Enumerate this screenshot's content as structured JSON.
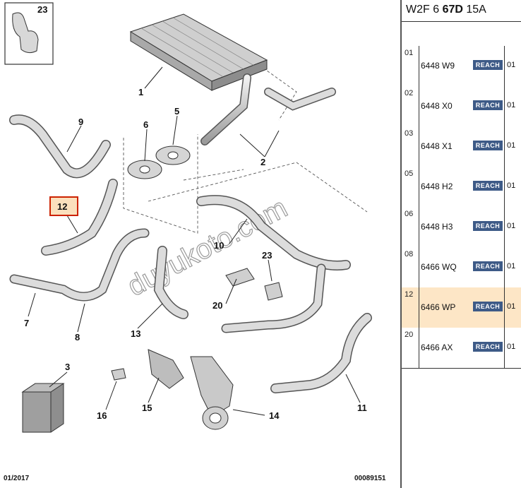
{
  "diagram": {
    "callouts": [
      {
        "id": "1",
        "label": "1"
      },
      {
        "id": "2",
        "label": "2"
      },
      {
        "id": "3",
        "label": "3"
      },
      {
        "id": "5",
        "label": "5"
      },
      {
        "id": "6",
        "label": "6"
      },
      {
        "id": "7",
        "label": "7"
      },
      {
        "id": "8",
        "label": "8"
      },
      {
        "id": "9",
        "label": "9"
      },
      {
        "id": "10",
        "label": "10"
      },
      {
        "id": "11",
        "label": "11"
      },
      {
        "id": "12",
        "label": "12"
      },
      {
        "id": "13",
        "label": "13"
      },
      {
        "id": "14",
        "label": "14"
      },
      {
        "id": "15",
        "label": "15"
      },
      {
        "id": "16",
        "label": "16"
      },
      {
        "id": "20",
        "label": "20"
      },
      {
        "id": "23",
        "label": "23"
      },
      {
        "id": "23b",
        "label": "23"
      }
    ],
    "highlighted_callout": "12",
    "watermark": "duyukoto.com",
    "footer_left": "01/2017",
    "footer_right": "00089151"
  },
  "panel": {
    "header_pre": "W2F 6 ",
    "header_bold": "67D",
    "header_post": " 15A",
    "rows": [
      {
        "index": "01",
        "ref": "6448 W9",
        "badge": "REACH",
        "qty": "01",
        "selected": false
      },
      {
        "index": "02",
        "ref": "6448 X0",
        "badge": "REACH",
        "qty": "01",
        "selected": false
      },
      {
        "index": "03",
        "ref": "6448 X1",
        "badge": "REACH",
        "qty": "01",
        "selected": false
      },
      {
        "index": "05",
        "ref": "6448 H2",
        "badge": "REACH",
        "qty": "01",
        "selected": false
      },
      {
        "index": "06",
        "ref": "6448 H3",
        "badge": "REACH",
        "qty": "01",
        "selected": false
      },
      {
        "index": "08",
        "ref": "6466 WQ",
        "badge": "REACH",
        "qty": "01",
        "selected": false
      },
      {
        "index": "12",
        "ref": "6466 WP",
        "badge": "REACH",
        "qty": "01",
        "selected": true
      },
      {
        "index": "20",
        "ref": "6466 AX",
        "badge": "REACH",
        "qty": "01",
        "selected": false
      }
    ]
  },
  "colors": {
    "highlight_border": "#cc2200",
    "highlight_fill": "#fbe0bd",
    "badge": "#3d5a87",
    "selected_row": "#fde6c6"
  }
}
